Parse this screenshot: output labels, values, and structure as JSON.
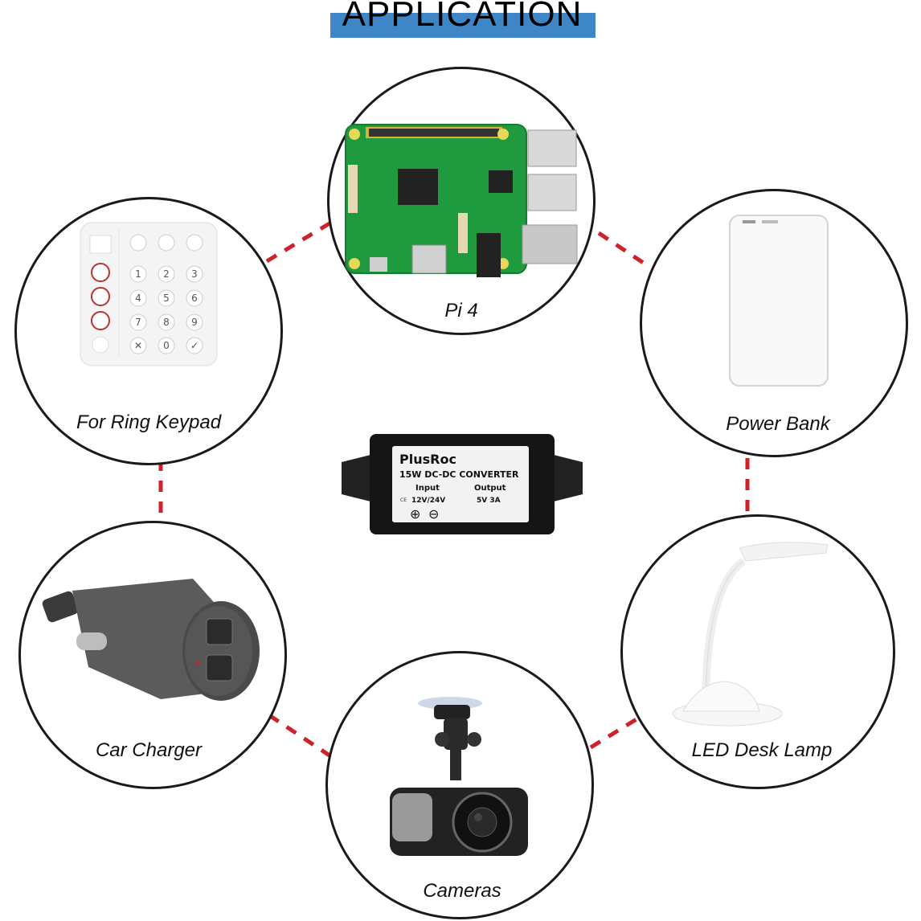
{
  "title": "APPLICATION",
  "converter": {
    "brand": "PlusRoc",
    "model": "15W DC-DC CONVERTER",
    "input_label": "Input",
    "output_label": "Output",
    "input_value": "12V/24V",
    "output_value": "5V 3A",
    "ce_mark": "CE"
  },
  "applications": {
    "pi": "Pi 4",
    "ring_keypad": "For Ring Keypad",
    "power_bank": "Power Bank",
    "car_charger": "Car Charger",
    "led_lamp": "LED Desk Lamp",
    "cameras": "Cameras"
  },
  "keypad": {
    "keys": [
      "1",
      "2",
      "3",
      "4",
      "5",
      "6",
      "7",
      "8",
      "9",
      "0"
    ]
  },
  "colors": {
    "title_band": "#3f86c6",
    "connector": "#d0202a",
    "pcb": "#1f9a3f"
  }
}
